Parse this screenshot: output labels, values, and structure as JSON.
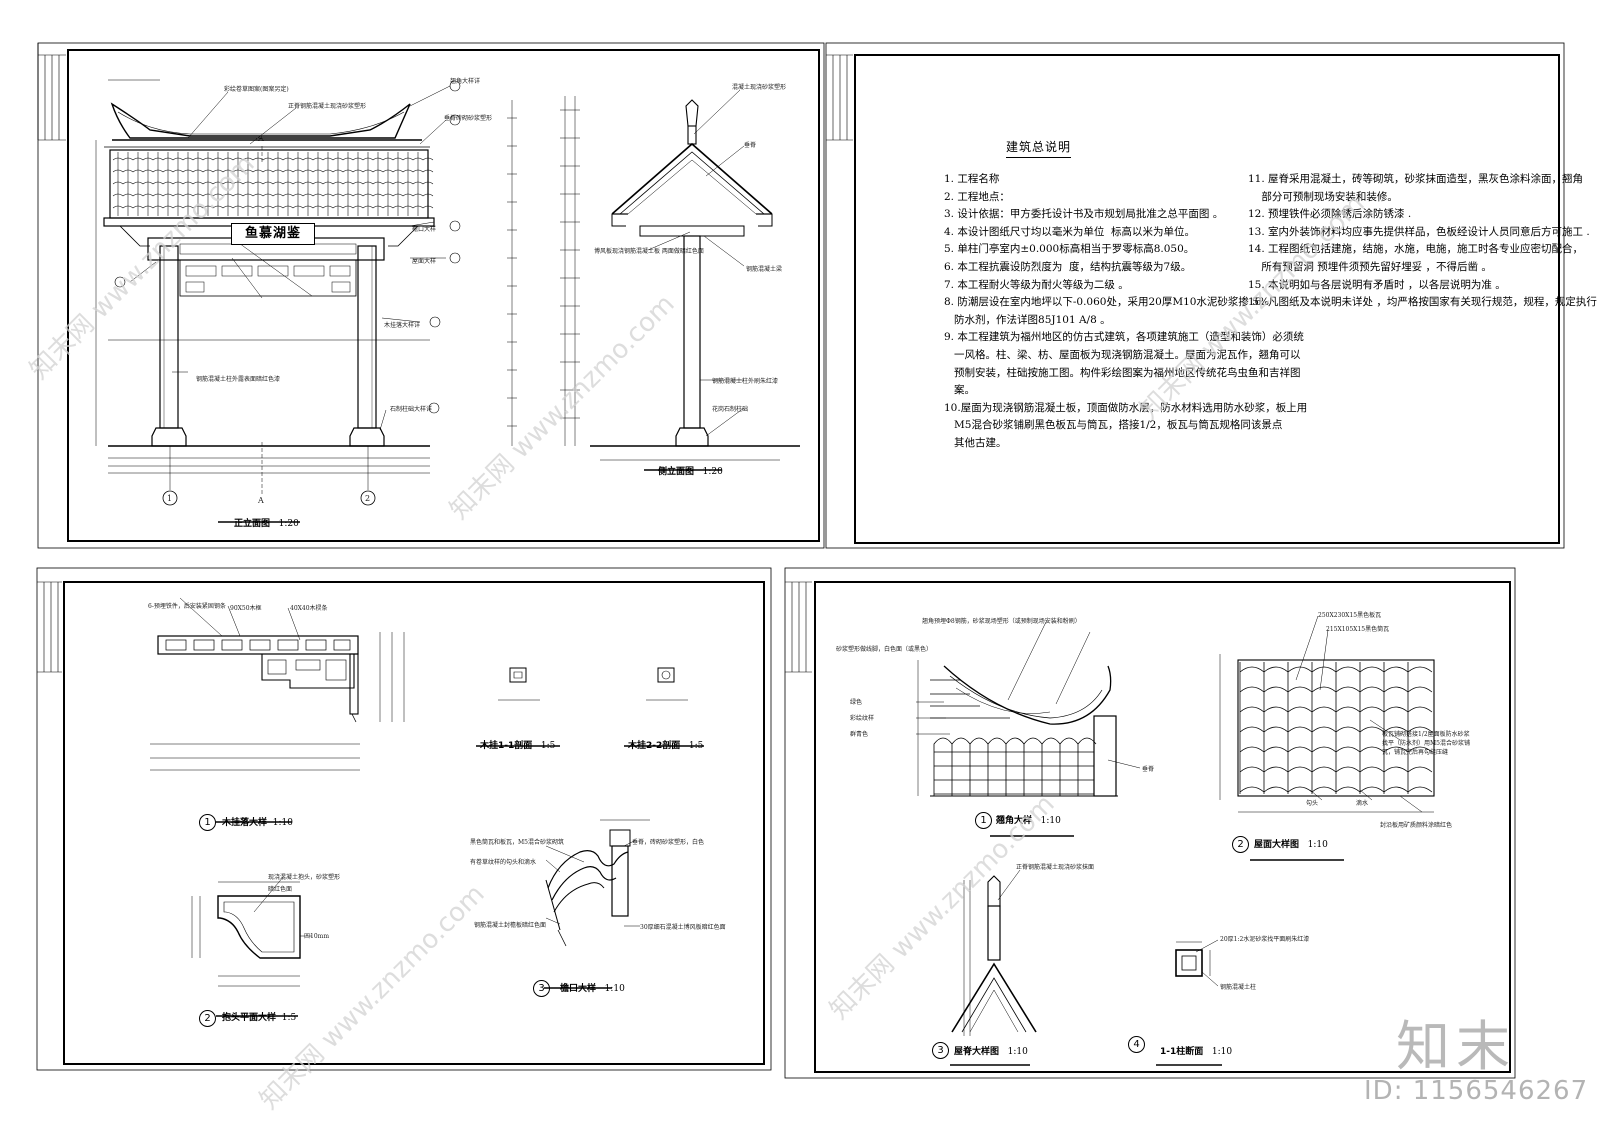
{
  "sheet1": {
    "sign_text": "鱼慕湖鉴",
    "views": [
      {
        "num": "",
        "title": "正立面图",
        "scale": "1:20"
      },
      {
        "num": "",
        "title": "侧立面图",
        "scale": "1:20"
      }
    ],
    "axis_labels": [
      "1",
      "2",
      "A",
      "A"
    ],
    "callouts": [
      "彩绘卷草图案(图案另定)",
      "正脊钢筋混凝土现浇砂浆塑形",
      "翘角大样详",
      "垂脊砖砌砂浆塑形",
      "檐口大样",
      "屋面大样",
      "木挂落大样详",
      "钢筋混凝土柱外露表面暗红色漆",
      "石制柱础大样详",
      "混凝土现浇砂浆塑形",
      "垂脊",
      "博风板现浇钢筋混凝土板 两面做暗红色面",
      "钢筋混凝土梁",
      "钢筋混凝土柱外刷朱红漆",
      "花岗石制柱础"
    ]
  },
  "notes": {
    "title": "建筑总说明",
    "left": [
      "1. 工程名称",
      "2. 工程地点：",
      "3. 设计依据：甲方委托设计书及市规划局批准之总平面图 。",
      "4. 本设计图纸尺寸均以毫米为单位  标高以米为单位。",
      "5. 单柱门亭室内±0.000标高相当于罗零标高8.050。",
      "6. 本工程抗震设防烈度为  度，结构抗震等级为7级。",
      "7. 本工程耐火等级为耐火等级为二级 。",
      "8. 防潮层设在室内地坪以下-0.060处，采用20厚M10水泥砂浆掺 5%",
      "   防水剂，作法详图85J101 A/8 。",
      "9. 本工程建筑为福州地区的仿古式建筑，各项建筑施工（造型和装饰）必须统",
      "   一风格。柱、梁、枋、屋面板为现浇钢筋混凝土。屋面为泥瓦作，翘角可以",
      "   预制安装，柱础按施工图。构件彩绘图案为福州地区传统花鸟虫鱼和吉祥图",
      "   案。",
      "10.屋面为现浇钢筋混凝土板，顶面做防水层，防水材料选用防水砂浆，板上用",
      "   M5混合砂浆铺刷黑色板瓦与筒瓦，搭接1/2，板瓦与筒瓦规格同该景点",
      "   其他古建。"
    ],
    "right": [
      "11. 屋脊采用混凝土，砖等砌筑，砂浆抹面造型，黑灰色涂料涂面，翘角",
      "    部分可预制现场安装和装修。",
      "12. 预埋铁件必须除锈后涂防锈漆 .",
      "13. 室内外装饰材料均应事先提供样品，色板经设计人员同意后方可施工 .",
      "14. 工程图纸包括建施，结施，水施，电施，施工时各专业应密切配合，",
      "    所有预留洞 预埋件须预先留好埋妥 ，不得后凿 。",
      "15. 本说明如与各层说明有矛盾时 ，以各层说明为准 。",
      "16. 凡图纸及本说明未详处 ，均严格按国家有关现行规范，规程，规定执行 。"
    ]
  },
  "sheet3": {
    "views": [
      {
        "num": "1",
        "title": "木挂落大样",
        "scale": "1:10"
      },
      {
        "num": "",
        "title": "木挂1-1剖面",
        "scale": "1:5"
      },
      {
        "num": "",
        "title": "木挂2-2剖面",
        "scale": "1:5"
      },
      {
        "num": "2",
        "title": "抱头平面大样",
        "scale": "1:5"
      },
      {
        "num": "3",
        "title": "檐口大样",
        "scale": "1:10"
      }
    ],
    "callouts": [
      "6-预埋铁件，后安装紧固钢条",
      "90X50木框",
      "40X40木棂条",
      "现浇混凝土抱头，砂浆塑形",
      "暗红色面",
      "凹10mm",
      "黑色筒瓦和板瓦，M5混合砂浆砌筑",
      "有卷草纹样的勾头和滴水",
      "垂脊，砖砌砂浆塑形，白色",
      "钢筋混凝土封檐板暗红色面",
      "30厚细石混凝土博风板暗红色面"
    ]
  },
  "sheet4": {
    "views": [
      {
        "num": "1",
        "title": "翘角大样",
        "scale": "1:10"
      },
      {
        "num": "2",
        "title": "屋面大样图",
        "scale": "1:10"
      },
      {
        "num": "3",
        "title": "屋脊大样图",
        "scale": "1:10"
      },
      {
        "num": "4",
        "title": "1-1柱断面",
        "scale": "1:10"
      }
    ],
    "callouts": [
      "翘角预埋Φ8钢筋，砂浆现场塑形（或预制现场安装和粉刷）",
      "砂浆塑形做线脚，白色面（或黑色）",
      "绿色",
      "彩绘纹样",
      "群青色",
      "垂脊",
      "250X230X15黑色板瓦",
      "215X105X15黑色筒瓦",
      "板瓦铺砌搭接1/2屋面板防水砂浆找平（防水剂）用M5混合砂浆铺瓦，铺瓦完后再勾缝压缝",
      "勾头",
      "滴水",
      "封沿板用矿质颜料涂暗红色",
      "正脊钢筋混凝土现浇砂浆抹面",
      "20厚1:2水泥砂浆找平面刷朱红漆",
      "钢筋混凝土柱"
    ]
  },
  "branding": {
    "logo": "知末",
    "id_text": "ID: 1156546267",
    "watermark": "知末网 www.znzmo.com"
  }
}
